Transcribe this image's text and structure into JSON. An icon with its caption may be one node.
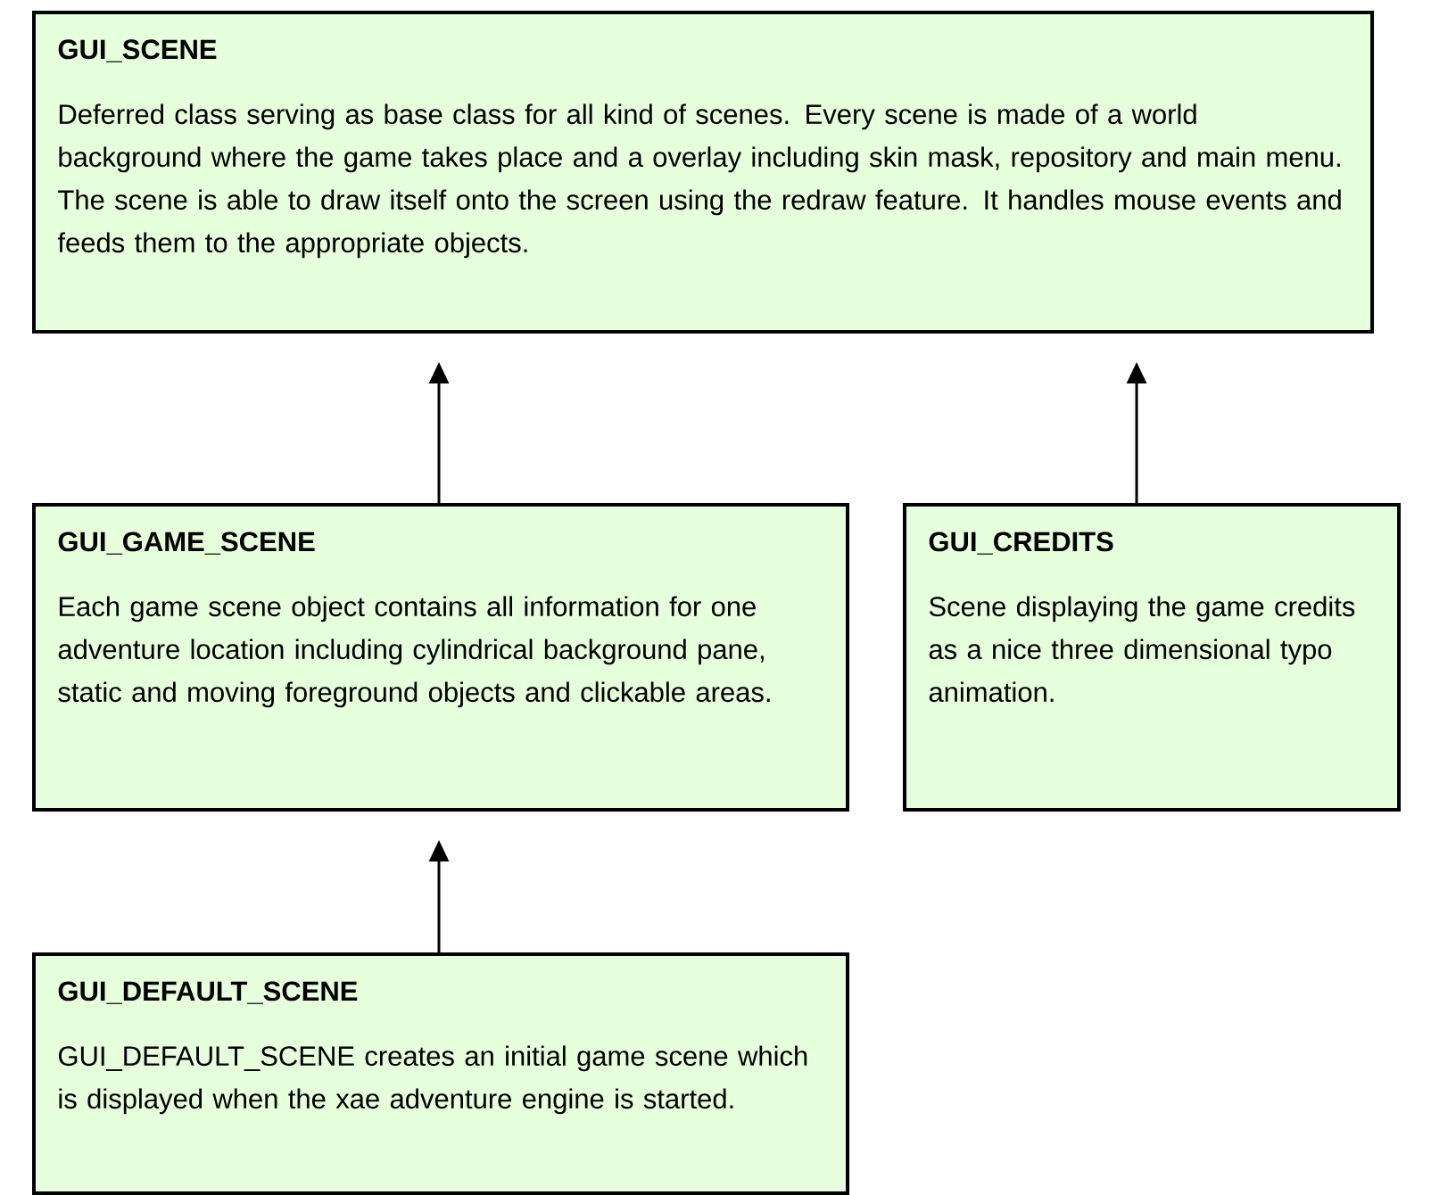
{
  "diagram": {
    "nodes": [
      {
        "text": [
          "GUI_SCENE",
          "Deferred class serving as base class for all kind of scenes. Every scene is made of a world background where the game takes place and a overlay including skin mask, repository and main menu. The scene is able to draw itself onto the screen using the redraw feature. It handles mouse events and feeds them to the appropriate objects."
        ]
      },
      {
        "text": [
          "GUI_GAME_SCENE",
          "Each game scene object contains all information for one adventure location including cylindrical background pane, static and moving foreground objects and clickable areas."
        ]
      },
      {
        "text": [
          "GUI_CREDITS",
          "Scene displaying the game credits as a nice three dimensional typo animation."
        ]
      },
      {
        "text": [
          "GUI_DEFAULT_SCENE",
          "GUI_DEFAULT_SCENE creates an initial game scene which is displayed when the xae adventure engine is started."
        ]
      }
    ],
    "edges": [
      {
        "from": 1,
        "to": 0,
        "arrow": "to"
      },
      {
        "from": 2,
        "to": 0,
        "arrow": "to"
      },
      {
        "from": 3,
        "to": 1,
        "arrow": "to"
      }
    ]
  }
}
